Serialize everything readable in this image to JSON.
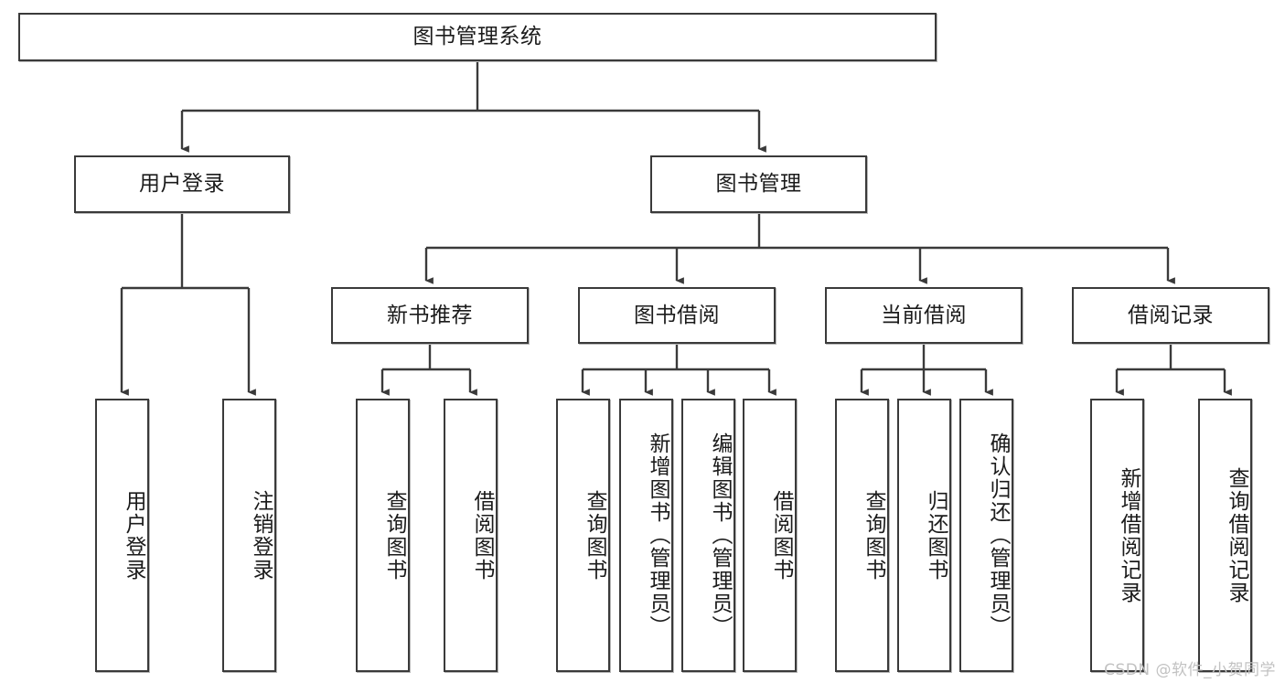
{
  "diagram": {
    "title": "图书管理系统",
    "type": "tree",
    "watermark": "CSDN @软件_小贺同学",
    "stroke_color": "#3a3a3a",
    "background_color": "#ffffff",
    "text_color": "#1b1b1b",
    "watermark_color": "#c2c2c2",
    "levels": {
      "root": {
        "label": "图书管理系统"
      },
      "level2": [
        {
          "id": "user-login",
          "label": "用户登录"
        },
        {
          "id": "book-management",
          "label": "图书管理"
        }
      ],
      "level3": [
        {
          "id": "new-book-recommend",
          "label": "新书推荐",
          "parent": "book-management"
        },
        {
          "id": "book-borrow",
          "label": "图书借阅",
          "parent": "book-management"
        },
        {
          "id": "current-borrow",
          "label": "当前借阅",
          "parent": "book-management"
        },
        {
          "id": "borrow-record",
          "label": "借阅记录",
          "parent": "book-management"
        }
      ],
      "leaves": [
        {
          "id": "leaf-user-login",
          "label": "用户登录",
          "parent": "user-login"
        },
        {
          "id": "leaf-logout-login",
          "label": "注销登录",
          "parent": "user-login"
        },
        {
          "id": "leaf-query-book-1",
          "label": "查询图书",
          "parent": "new-book-recommend"
        },
        {
          "id": "leaf-borrow-book-1",
          "label": "借阅图书",
          "parent": "new-book-recommend"
        },
        {
          "id": "leaf-query-book-2",
          "label": "查询图书",
          "parent": "book-borrow"
        },
        {
          "id": "leaf-add-book",
          "label": "新增图书（管理员）",
          "parent": "book-borrow"
        },
        {
          "id": "leaf-edit-book",
          "label": "编辑图书（管理员）",
          "parent": "book-borrow"
        },
        {
          "id": "leaf-borrow-book-2",
          "label": "借阅图书",
          "parent": "book-borrow"
        },
        {
          "id": "leaf-query-book-3",
          "label": "查询图书",
          "parent": "current-borrow"
        },
        {
          "id": "leaf-return-book",
          "label": "归还图书",
          "parent": "current-borrow"
        },
        {
          "id": "leaf-confirm-return",
          "label": "确认归还（管理员）",
          "parent": "current-borrow"
        },
        {
          "id": "leaf-add-record",
          "label": "新增借阅记录",
          "parent": "borrow-record"
        },
        {
          "id": "leaf-query-record",
          "label": "查询借阅记录",
          "parent": "borrow-record"
        }
      ]
    }
  }
}
